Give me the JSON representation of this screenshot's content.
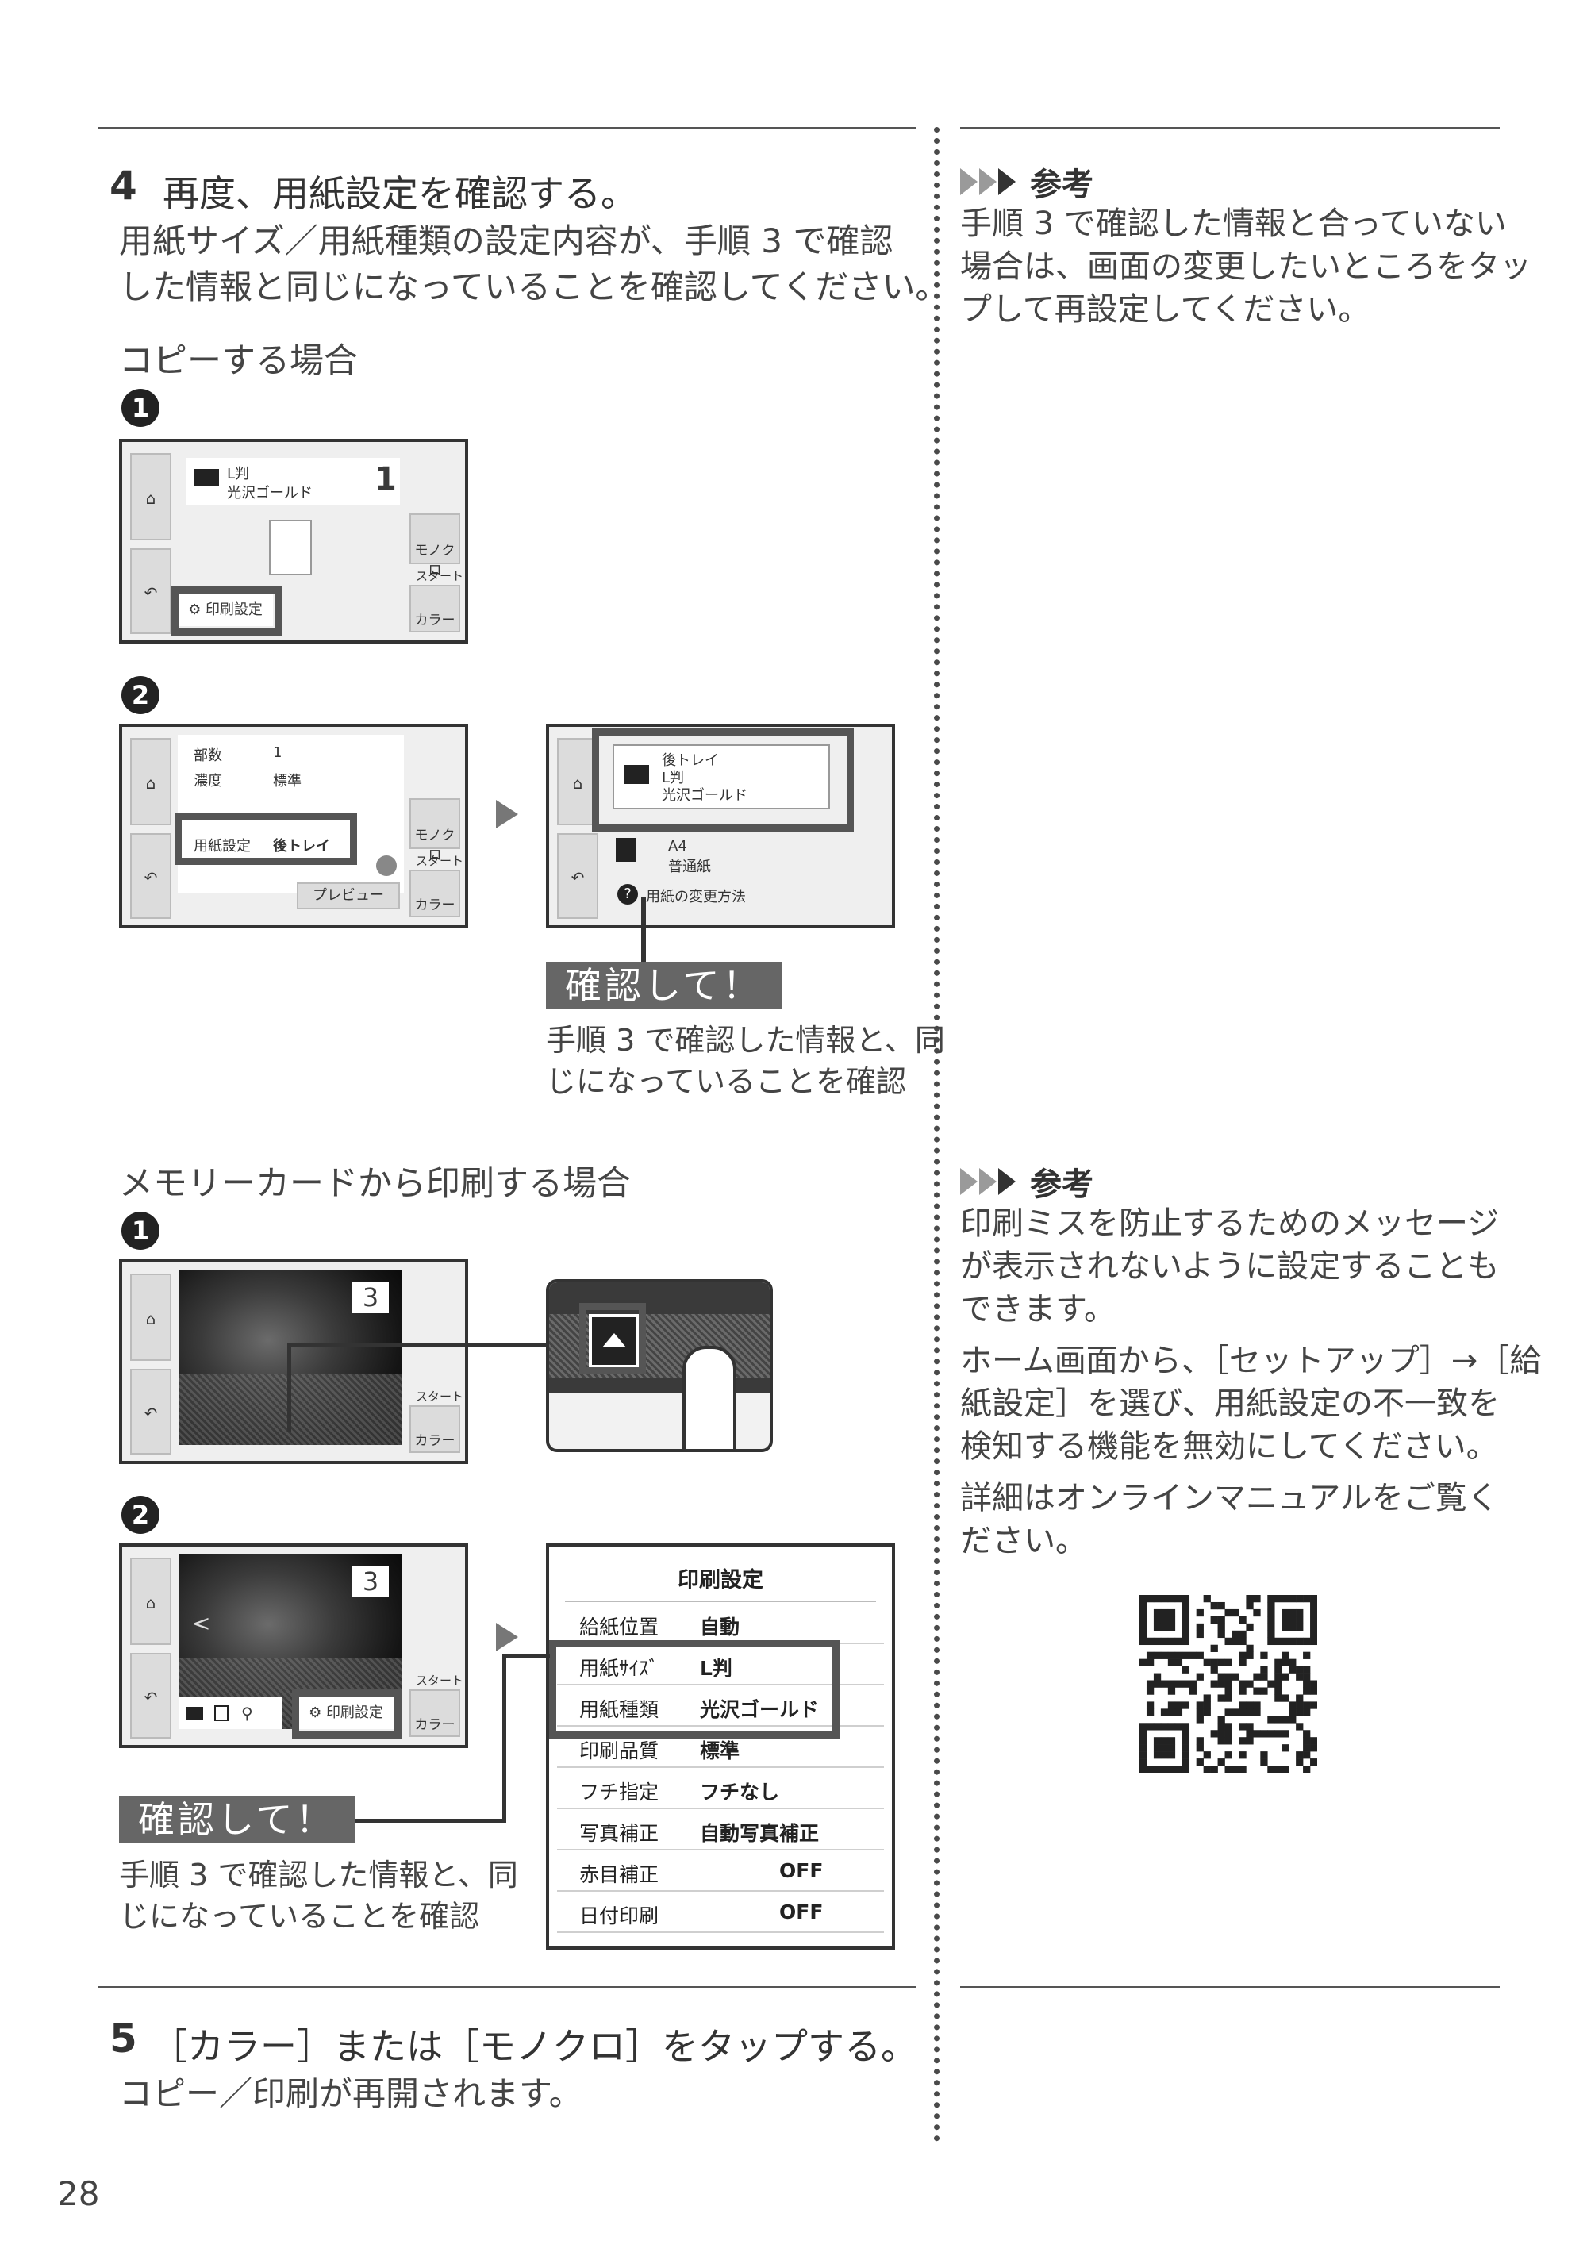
{
  "step4": {
    "number": "4",
    "title": "再度、用紙設定を確認する。",
    "body_line1": "用紙サイズ／用紙種類の設定内容が、手順 3 で確認",
    "body_line2": "した情報と同じになっていることを確認してください。"
  },
  "copy_section": {
    "heading": "コピーする場合",
    "step1_marker": "1",
    "step2_marker": "2",
    "screen1": {
      "paper_size": "L判",
      "paper_type": "光沢ゴールド",
      "copies": "1",
      "mono_label": "モノクロ",
      "start_label": "スタート",
      "color_label": "カラー",
      "print_settings_label": "印刷設定"
    },
    "screen2": {
      "row1_key": "部数",
      "row1_val": "1",
      "row2_key": "濃度",
      "row2_val": "標準",
      "row3_key": "用紙設定",
      "row3_val": "後トレイ",
      "preview_label": "プレビュー",
      "mono_label": "モノクロ",
      "start_label": "スタート",
      "color_label": "カラー"
    },
    "screen3": {
      "tray": "後トレイ",
      "paper_size": "L判",
      "paper_type": "光沢ゴールド",
      "paper2_size": "A4",
      "paper2_type": "普通紙",
      "help_text": "用紙の変更方法"
    },
    "confirm_label": "確認して！",
    "confirm_note_line1": "手順 3 で確認した情報と、同",
    "confirm_note_line2": "じになっていることを確認"
  },
  "memory_section": {
    "heading": "メモリーカードから印刷する場合",
    "step1_marker": "1",
    "step2_marker": "2",
    "photo_count": "3",
    "start_label": "スタート",
    "color_label": "カラー",
    "print_settings_label": "印刷設定",
    "settings_screen": {
      "title": "印刷設定",
      "rows": [
        {
          "key": "給紙位置",
          "value": "自動"
        },
        {
          "key": "用紙ｻｲｽﾞ",
          "value": "L判"
        },
        {
          "key": "用紙種類",
          "value": "光沢ゴールド"
        },
        {
          "key": "印刷品質",
          "value": "標準"
        },
        {
          "key": "フチ指定",
          "value": "フチなし"
        },
        {
          "key": "写真補正",
          "value": "自動写真補正"
        },
        {
          "key": "赤目補正",
          "value": "OFF"
        },
        {
          "key": "日付印刷",
          "value": "OFF"
        }
      ]
    },
    "confirm_label": "確認して！",
    "confirm_note_line1": "手順 3 で確認した情報と、同",
    "confirm_note_line2": "じになっていることを確認"
  },
  "step5": {
    "number": "5",
    "title": "［カラー］または［モノクロ］をタップする。",
    "body": "コピー／印刷が再開されます。"
  },
  "note1": {
    "label": "参考",
    "line1": "手順 3 で確認した情報と合っていない",
    "line2": "場合は、画面の変更したいところをタッ",
    "line3": "プして再設定してください。"
  },
  "note2": {
    "label": "参考",
    "p1_line1": "印刷ミスを防止するためのメッセージ",
    "p1_line2": "が表示されないように設定することも",
    "p1_line3": "できます。",
    "p2_line1": "ホーム画面から、［セットアップ］→［給",
    "p2_line2": "紙設定］を選び、用紙設定の不一致を",
    "p2_line3": "検知する機能を無効にしてください。",
    "p3_line1": "詳細はオンラインマニュアルをご覧く",
    "p3_line2": "ださい。"
  },
  "page_number": "28"
}
